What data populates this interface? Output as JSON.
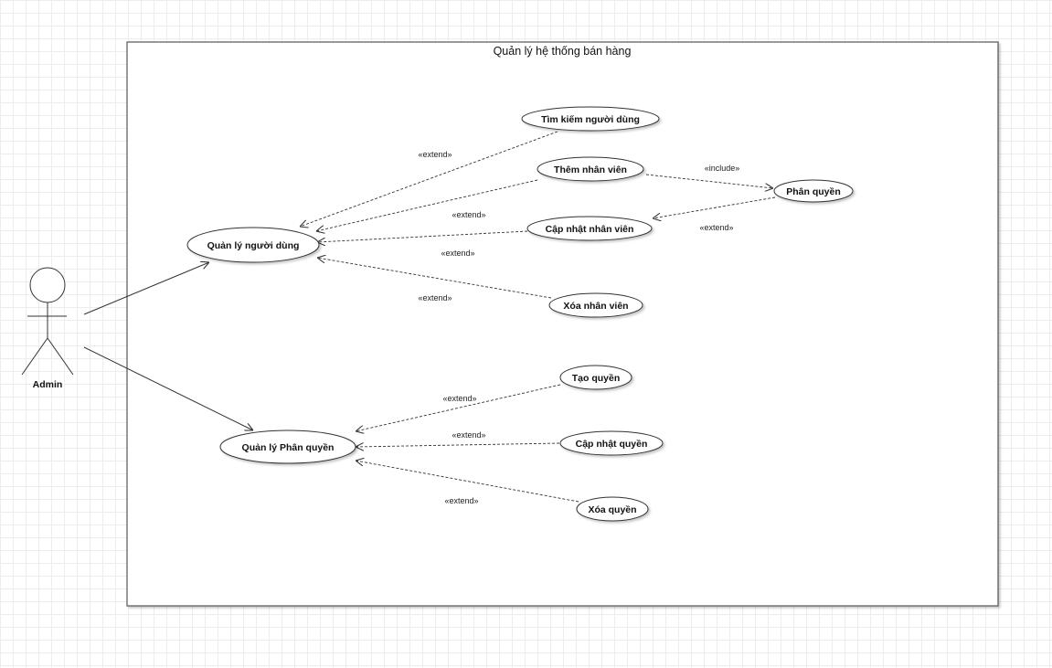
{
  "diagram": {
    "system_title": "Quản lý hệ thống bán hàng",
    "actor": {
      "label": "Admin"
    },
    "usecases": {
      "quan_ly_nguoi_dung": "Quản lý người dùng",
      "quan_ly_phan_quyen": "Quản lý Phân quyền",
      "tim_kiem_nguoi_dung": "Tìm kiếm người dùng",
      "them_nhan_vien": "Thêm nhân viên",
      "cap_nhat_nhan_vien": "Cập nhật nhân viên",
      "xoa_nhan_vien": "Xóa nhân viên",
      "phan_quyen": "Phân quyền",
      "tao_quyen": "Tạo quyền",
      "cap_nhat_quyen": "Cập nhật quyền",
      "xoa_quyen": "Xóa quyền"
    },
    "stereotypes": {
      "extend": "«extend»",
      "include": "«include»"
    }
  }
}
